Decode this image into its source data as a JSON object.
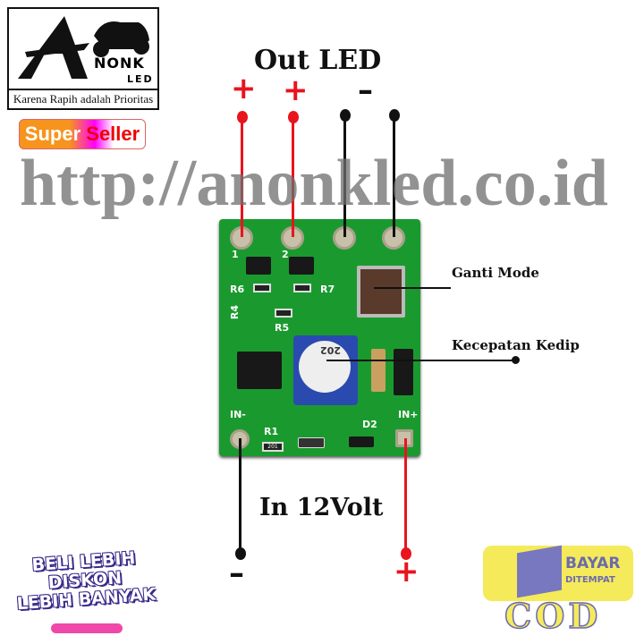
{
  "brand": {
    "logo_letters": "NONK",
    "logo_sub": "LED",
    "tagline": "Karena Rapih adalah Prioritas"
  },
  "badge": {
    "word1": "Super",
    "word2": "Seller"
  },
  "labels": {
    "out_led": "Out LED",
    "in_power": "In 12Volt",
    "mode": "Ganti Mode",
    "speed": "Kecepatan Kedip"
  },
  "terminals": {
    "plus": "+",
    "minus": "–"
  },
  "watermark": "http://anonkled.co.id",
  "silkscreen": {
    "p1": "1",
    "p2": "2",
    "r6": "R6",
    "r7": "R7",
    "r4": "R4",
    "r5": "R5",
    "in_minus": "IN-",
    "in_plus": "IN+",
    "r1": "R1",
    "d2": "D2",
    "r1_value": "201",
    "pot_value": "202"
  },
  "promo": {
    "line1": "BELI LEBIH",
    "line2": "DISKON",
    "line3": "LEBIH BANYAK"
  },
  "cod": {
    "line1": "BAYAR",
    "line2": "DITEMPAT",
    "line3": "COD"
  },
  "colors": {
    "positive": "#e8141e",
    "negative": "#111111",
    "pcb": "#1a9a2e"
  }
}
